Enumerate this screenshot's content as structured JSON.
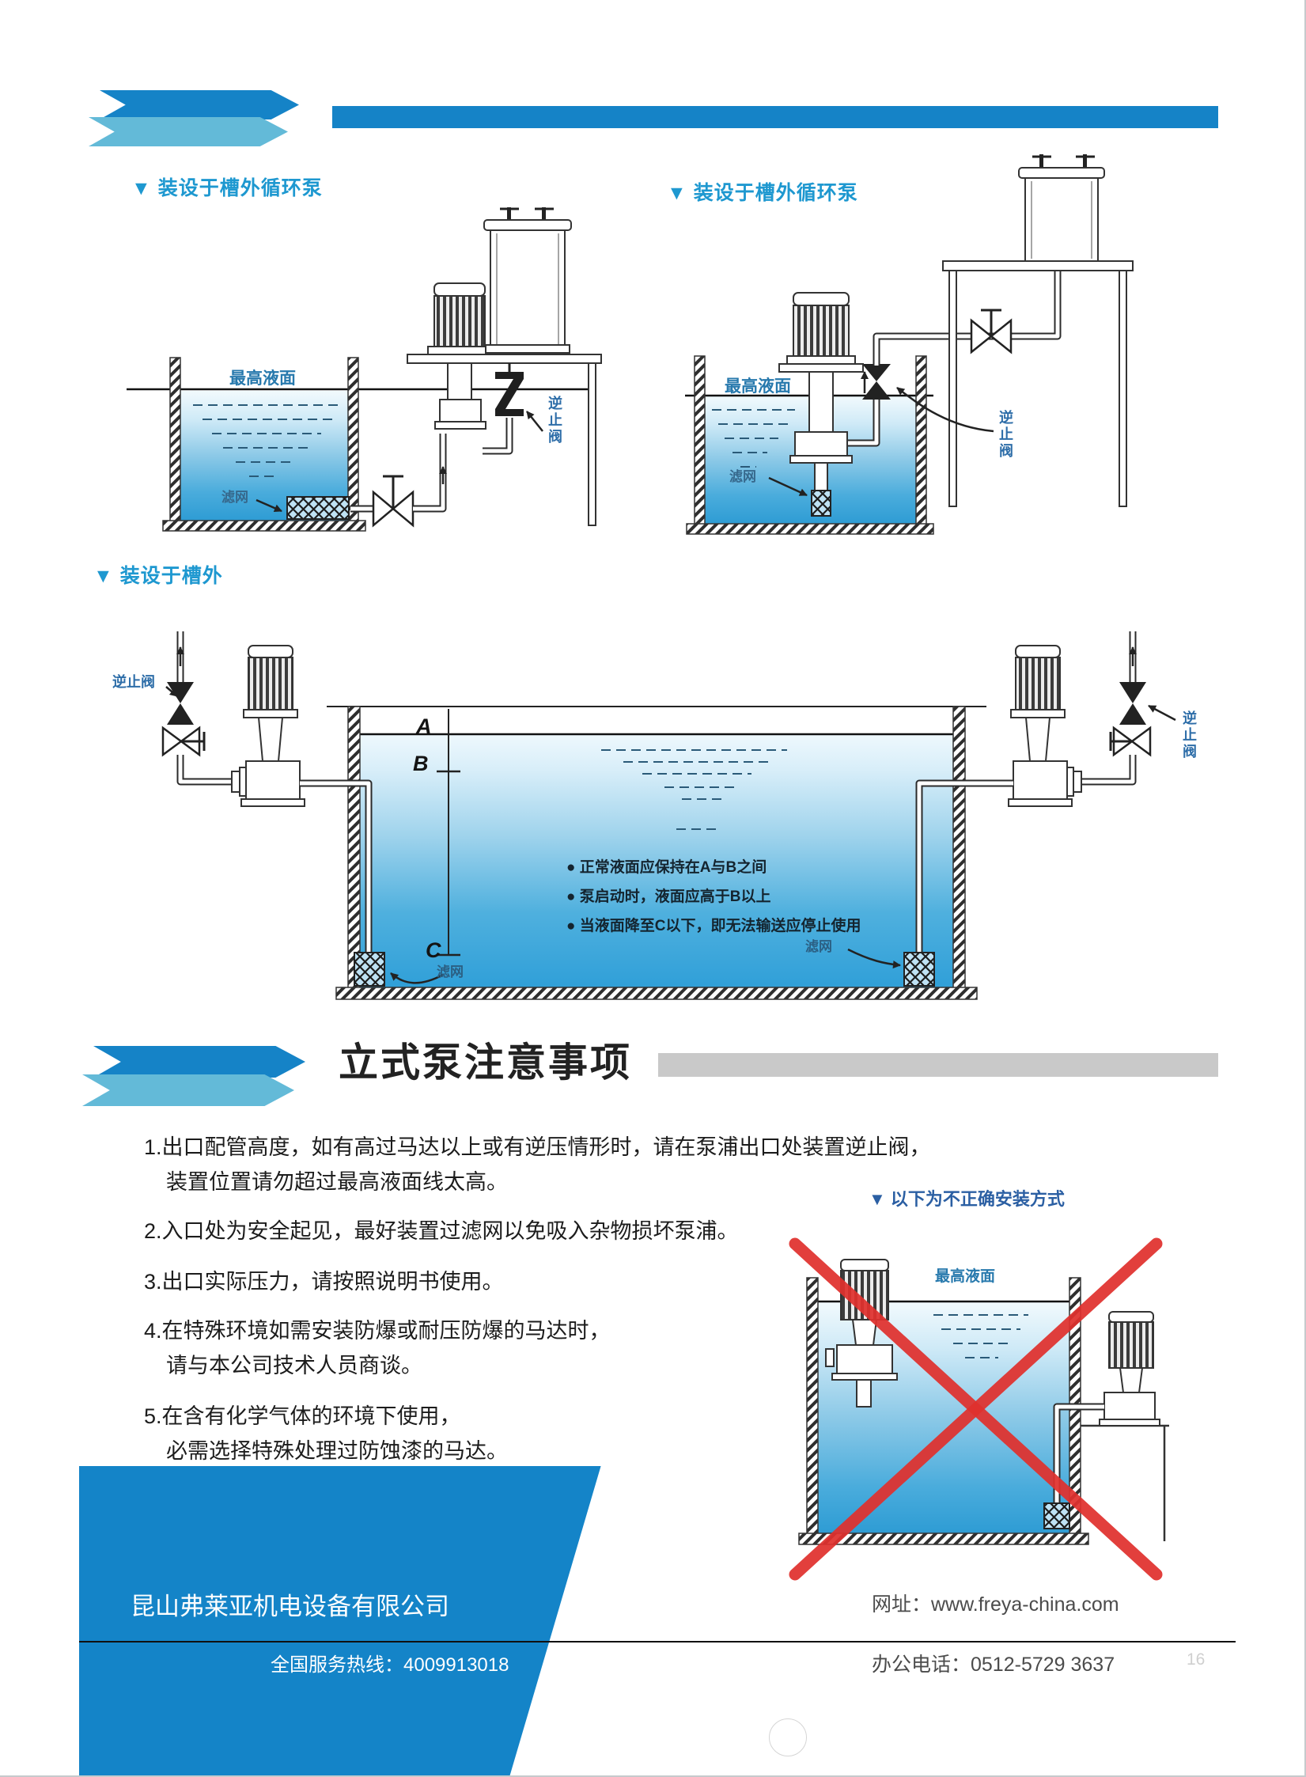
{
  "colors": {
    "primary_blue": "#1583c7",
    "light_blue": "#63bad8",
    "section_label_blue": "#1e98d0",
    "diagram_label_blue": "#2d6da8",
    "gray_bar": "#c9c9c9",
    "red_cross": "#e0312e",
    "water_deep": "#2e9cd4"
  },
  "sections": {
    "pump_outside_circulation_left": "▼ 装设于槽外循环泵",
    "pump_outside_circulation_right": "▼ 装设于槽外循环泵",
    "pump_outside_tank": "▼ 装设于槽外"
  },
  "diagram_top_left": {
    "max_liquid_level": "最高液面",
    "strainer": "滤网",
    "check_valve": "逆止阀"
  },
  "diagram_top_right": {
    "max_liquid_level": "最高液面",
    "strainer": "滤网",
    "check_valve": "逆止阀"
  },
  "diagram_main_tank": {
    "marker_a": "A",
    "marker_b": "B",
    "marker_c": "C",
    "check_valve_left": "逆止阀",
    "check_valve_right": "逆止阀",
    "strainer_left": "滤网",
    "strainer_right": "滤网",
    "bullets": [
      "● 正常液面应保持在A与B之间",
      "● 泵启动时，液面应高于B以上",
      "● 当液面降至C以下，即无法输送应停止使用"
    ]
  },
  "notice": {
    "title": "立式泵注意事项",
    "items": [
      [
        "1.出口配管高度，如有高过马达以上或有逆压情形时，请在泵浦出口处装置逆止阀，",
        "装置位置请勿超过最高液面线太高。"
      ],
      [
        "2.入口处为安全起见，最好装置过滤网以免吸入杂物损坏泵浦。"
      ],
      [
        "3.出口实际压力，请按照说明书使用。"
      ],
      [
        "4.在特殊环境如需安装防爆或耐压防爆的马达时，",
        "请与本公司技术人员商谈。"
      ],
      [
        "5.在含有化学气体的环境下使用，",
        "必需选择特殊处理过防蚀漆的马达。"
      ]
    ]
  },
  "incorrect_diagram": {
    "label": "▼ 以下为不正确安装方式",
    "max_liquid_level": "最高液面"
  },
  "footer": {
    "company": "昆山弗莱亚机电设备有限公司",
    "hotline": "全国服务热线：4009913018",
    "website": "网址：www.freya-china.com",
    "phone": "办公电话：0512-5729 3637",
    "page_number": "16"
  }
}
